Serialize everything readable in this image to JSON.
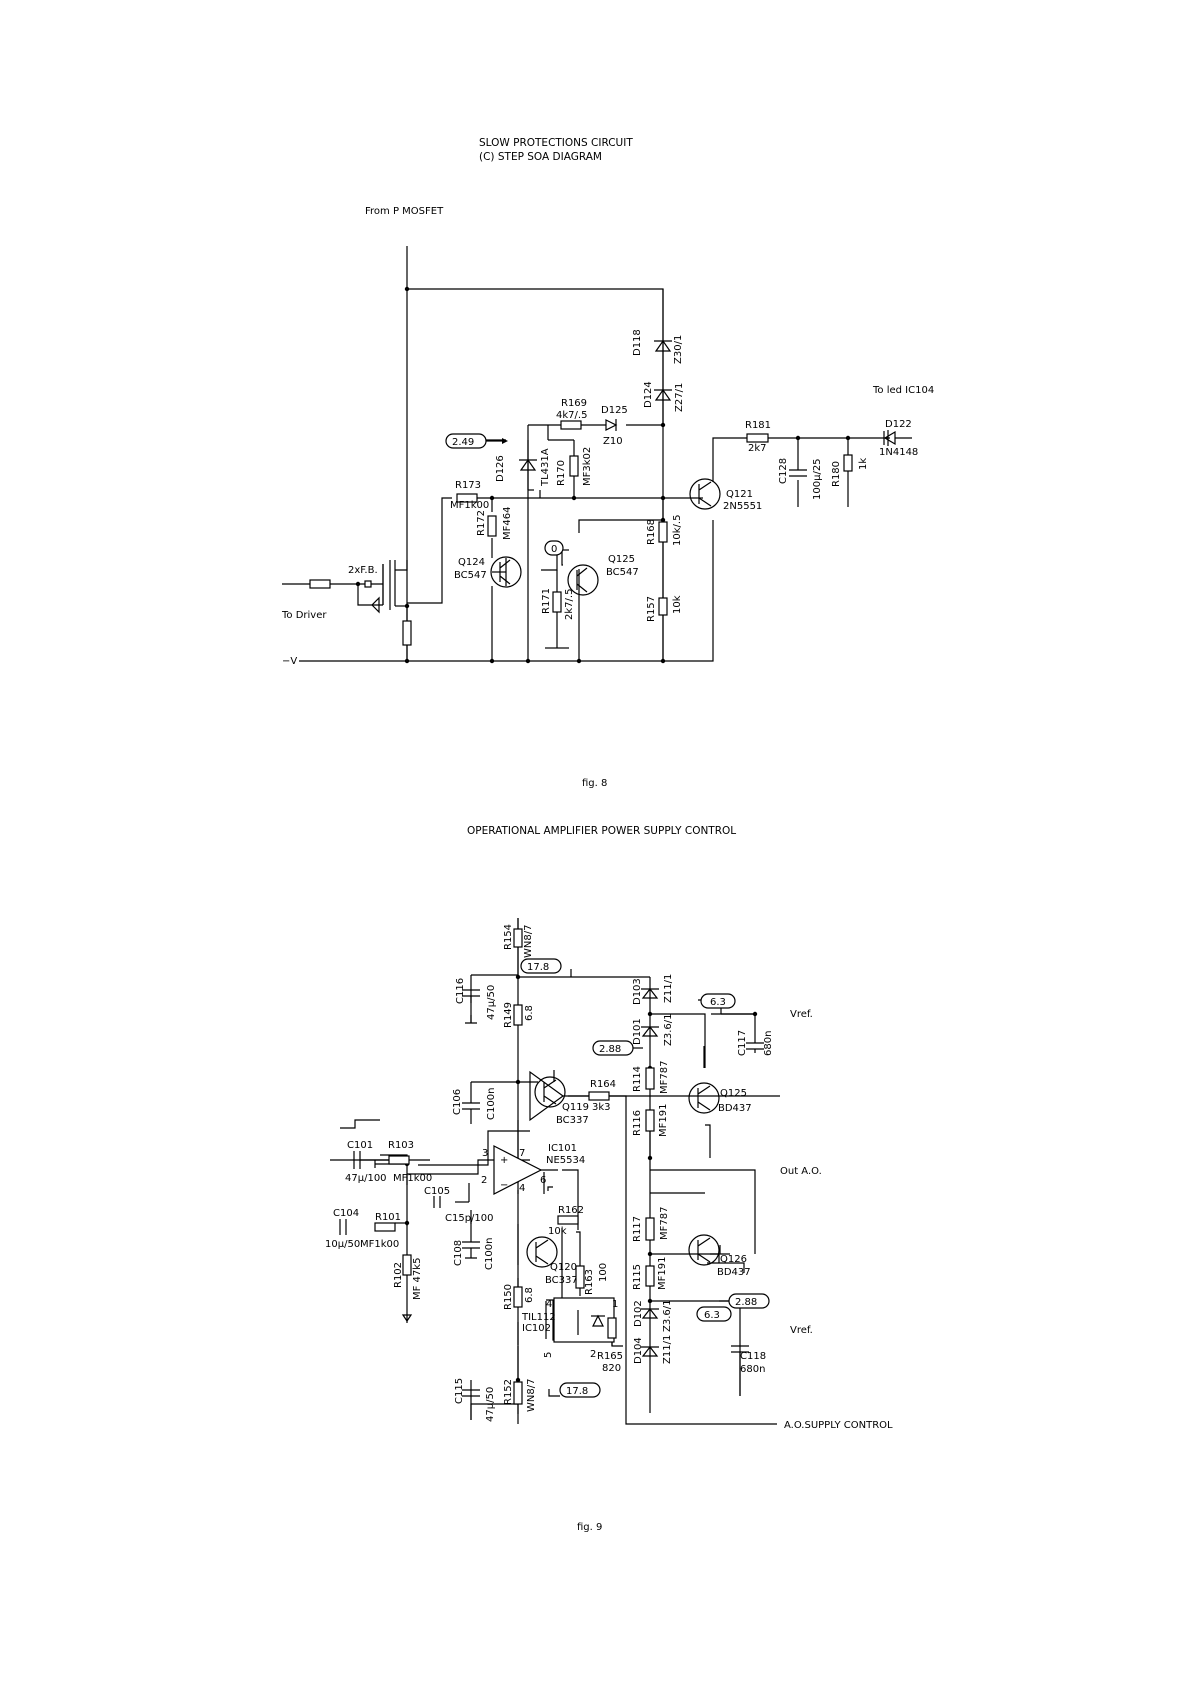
{
  "fig8": {
    "title_line1": "SLOW PROTECTIONS CIRCUIT",
    "title_line2": "(C) STEP SOA DIAGRAM",
    "caption": "fig. 8",
    "labels": {
      "from_p_mosfet": "From P MOSFET",
      "to_led_ic104": "To led IC104",
      "to_driver": "To Driver",
      "minus_v": "−V",
      "fb": "2xF.B.",
      "v249": "2.49",
      "v0": "0",
      "d118": "D118",
      "z30": "Z30/1",
      "d124": "D124",
      "z27": "Z27/1",
      "r169": "R169",
      "r169v": "4k7/.5",
      "d125": "D125",
      "z10": "Z10",
      "d126": "D126",
      "tl431": "TL431A",
      "r170": "R170",
      "mf3k02": "MF3k02",
      "r173": "R173",
      "mf1k00": "MF1k00",
      "r172": "R172",
      "mf464": "MF464",
      "q124": "Q124",
      "bc547a": "BC547",
      "q125": "Q125",
      "bc547b": "BC547",
      "r171": "R171",
      "r171v": "2k7/.5",
      "r168": "R168",
      "r168v": "10k/.5",
      "r157": "R157",
      "r157v": "10k",
      "q121": "Q121",
      "n2n5551": "2N5551",
      "r181": "R181",
      "r181v": "2k7",
      "c128": "C128",
      "c128v": "100μ/25",
      "r180": "R180",
      "r180v": "1k",
      "d122": "D122",
      "n1n4148": "1N4148"
    }
  },
  "fig9": {
    "title": "OPERATIONAL AMPLIFIER POWER SUPPLY CONTROL",
    "caption": "fig. 9",
    "labels": {
      "r154": "R154",
      "wn8r7a": "WN8/7",
      "v178p": "17.8",
      "d103": "D103",
      "z11a": "Z11/1",
      "v63a": "6.3",
      "vref_a": "Vref.",
      "c116": "C116",
      "c116v": "47μ/50",
      "r149": "R149",
      "r149v": "6.8",
      "d101": "D101",
      "z36a": "Z3.6/1",
      "v288a": "2.88",
      "c117": "C117",
      "c117v": "680n",
      "r114": "R114",
      "mf787a": "MF787",
      "c106": "C106",
      "c106v": "C100n",
      "q119": "Q119",
      "bc337a": "BC337",
      "r164": "R164",
      "r164v": "3k3",
      "q125": "Q125",
      "bd437a": "BD437",
      "r116": "R116",
      "mf191a": "MF191",
      "c101": "C101",
      "c101v": "47μ/100",
      "r103": "R103",
      "mf1k00a": "MF1k00",
      "ic101": "IC101",
      "ne5534": "NE5534",
      "pin3": "3",
      "pin7": "7",
      "pin2": "2",
      "pin4": "4",
      "pin6": "6",
      "plus": "+",
      "minus": "−",
      "out_ao": "Out A.O.",
      "c105": "C105",
      "c105v": "C15p/100",
      "c104": "C104",
      "c104v": "10μ/50",
      "r101": "R101",
      "mf1k00b": "MF1k00",
      "r162": "R162",
      "r162v": "10k",
      "r117": "R117",
      "mf787b": "MF787",
      "q126": "Q126",
      "bd437b": "BD437",
      "c108": "C108",
      "c108v": "C100n",
      "q120": "Q120",
      "bc337b": "BC337",
      "r163": "R163",
      "r163v": "100",
      "r102": "R102",
      "mf47k5": "MF 47k5",
      "r115": "R115",
      "mf191b": "MF191",
      "r150": "R150",
      "r150v": "6.8",
      "til112": "TIL112",
      "ic102": "IC102",
      "opt4": "4",
      "opt1": "1",
      "opt5": "5",
      "opt2": "2",
      "d102": "D102",
      "z36b": "Z3.6/1",
      "v288b": "2.88",
      "v63b": "6.3",
      "vref_b": "Vref.",
      "r165": "R165",
      "r165v": "820",
      "d104": "D104",
      "z11b": "Z11/1",
      "c118": "C118",
      "c118v": "680n",
      "c115": "C115",
      "c115v": "47μ/50",
      "r152": "R152",
      "wn8r7b": "WN8/7",
      "v178n": "17.8",
      "ao_supply": "A.O.SUPPLY CONTROL"
    }
  }
}
